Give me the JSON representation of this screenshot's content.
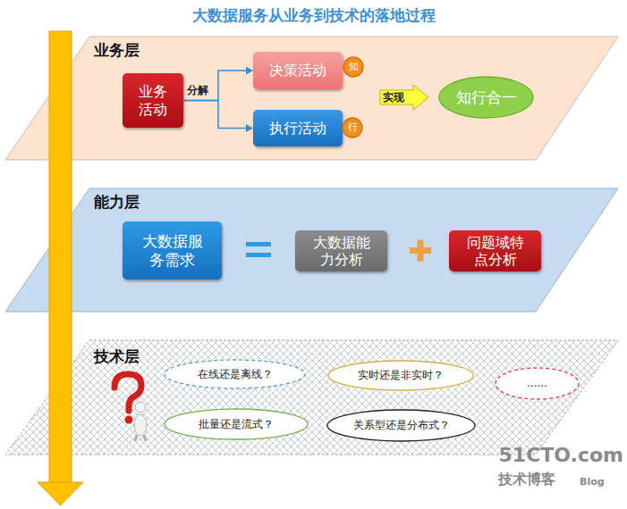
{
  "diagram": {
    "title": "大数据服务从业务到技术的落地过程",
    "nodes": [
      {
        "text": [
          "业务层"
        ]
      },
      {
        "text": [
          "业务活动"
        ],
        "in": 0
      },
      {
        "text": [
          "决策活动"
        ],
        "in": 0
      },
      {
        "text": [
          "知"
        ],
        "in": 0
      },
      {
        "text": [
          "执行活动"
        ],
        "in": 0
      },
      {
        "text": [
          "行"
        ],
        "in": 0
      },
      {
        "text": [
          "知行合一"
        ],
        "in": 0
      },
      {
        "text": [
          "能力层"
        ]
      },
      {
        "text": [
          "大数据服务需求"
        ],
        "in": 7
      },
      {
        "text": [
          "大数据能力分析"
        ],
        "in": 7
      },
      {
        "text": [
          "问题域特点分析"
        ],
        "in": 7
      },
      {
        "text": [
          "技术层"
        ]
      },
      {
        "text": [
          "在线还是离线？"
        ],
        "in": 11
      },
      {
        "text": [
          "实时还是非实时？"
        ],
        "in": 11
      },
      {
        "text": [
          "......"
        ],
        "in": 11
      },
      {
        "text": [
          "批量还是流式？"
        ],
        "in": 11
      },
      {
        "text": [
          "关系型还是分布式？"
        ],
        "in": 11
      }
    ],
    "edges": [
      {
        "from": 1,
        "to": 2,
        "label": "分解",
        "arrow": "to"
      },
      {
        "from": 1,
        "to": 4,
        "arrow": "to"
      }
    ],
    "labels": [
      "实现",
      "51CTO.com",
      "技术博客",
      "Blog"
    ]
  }
}
